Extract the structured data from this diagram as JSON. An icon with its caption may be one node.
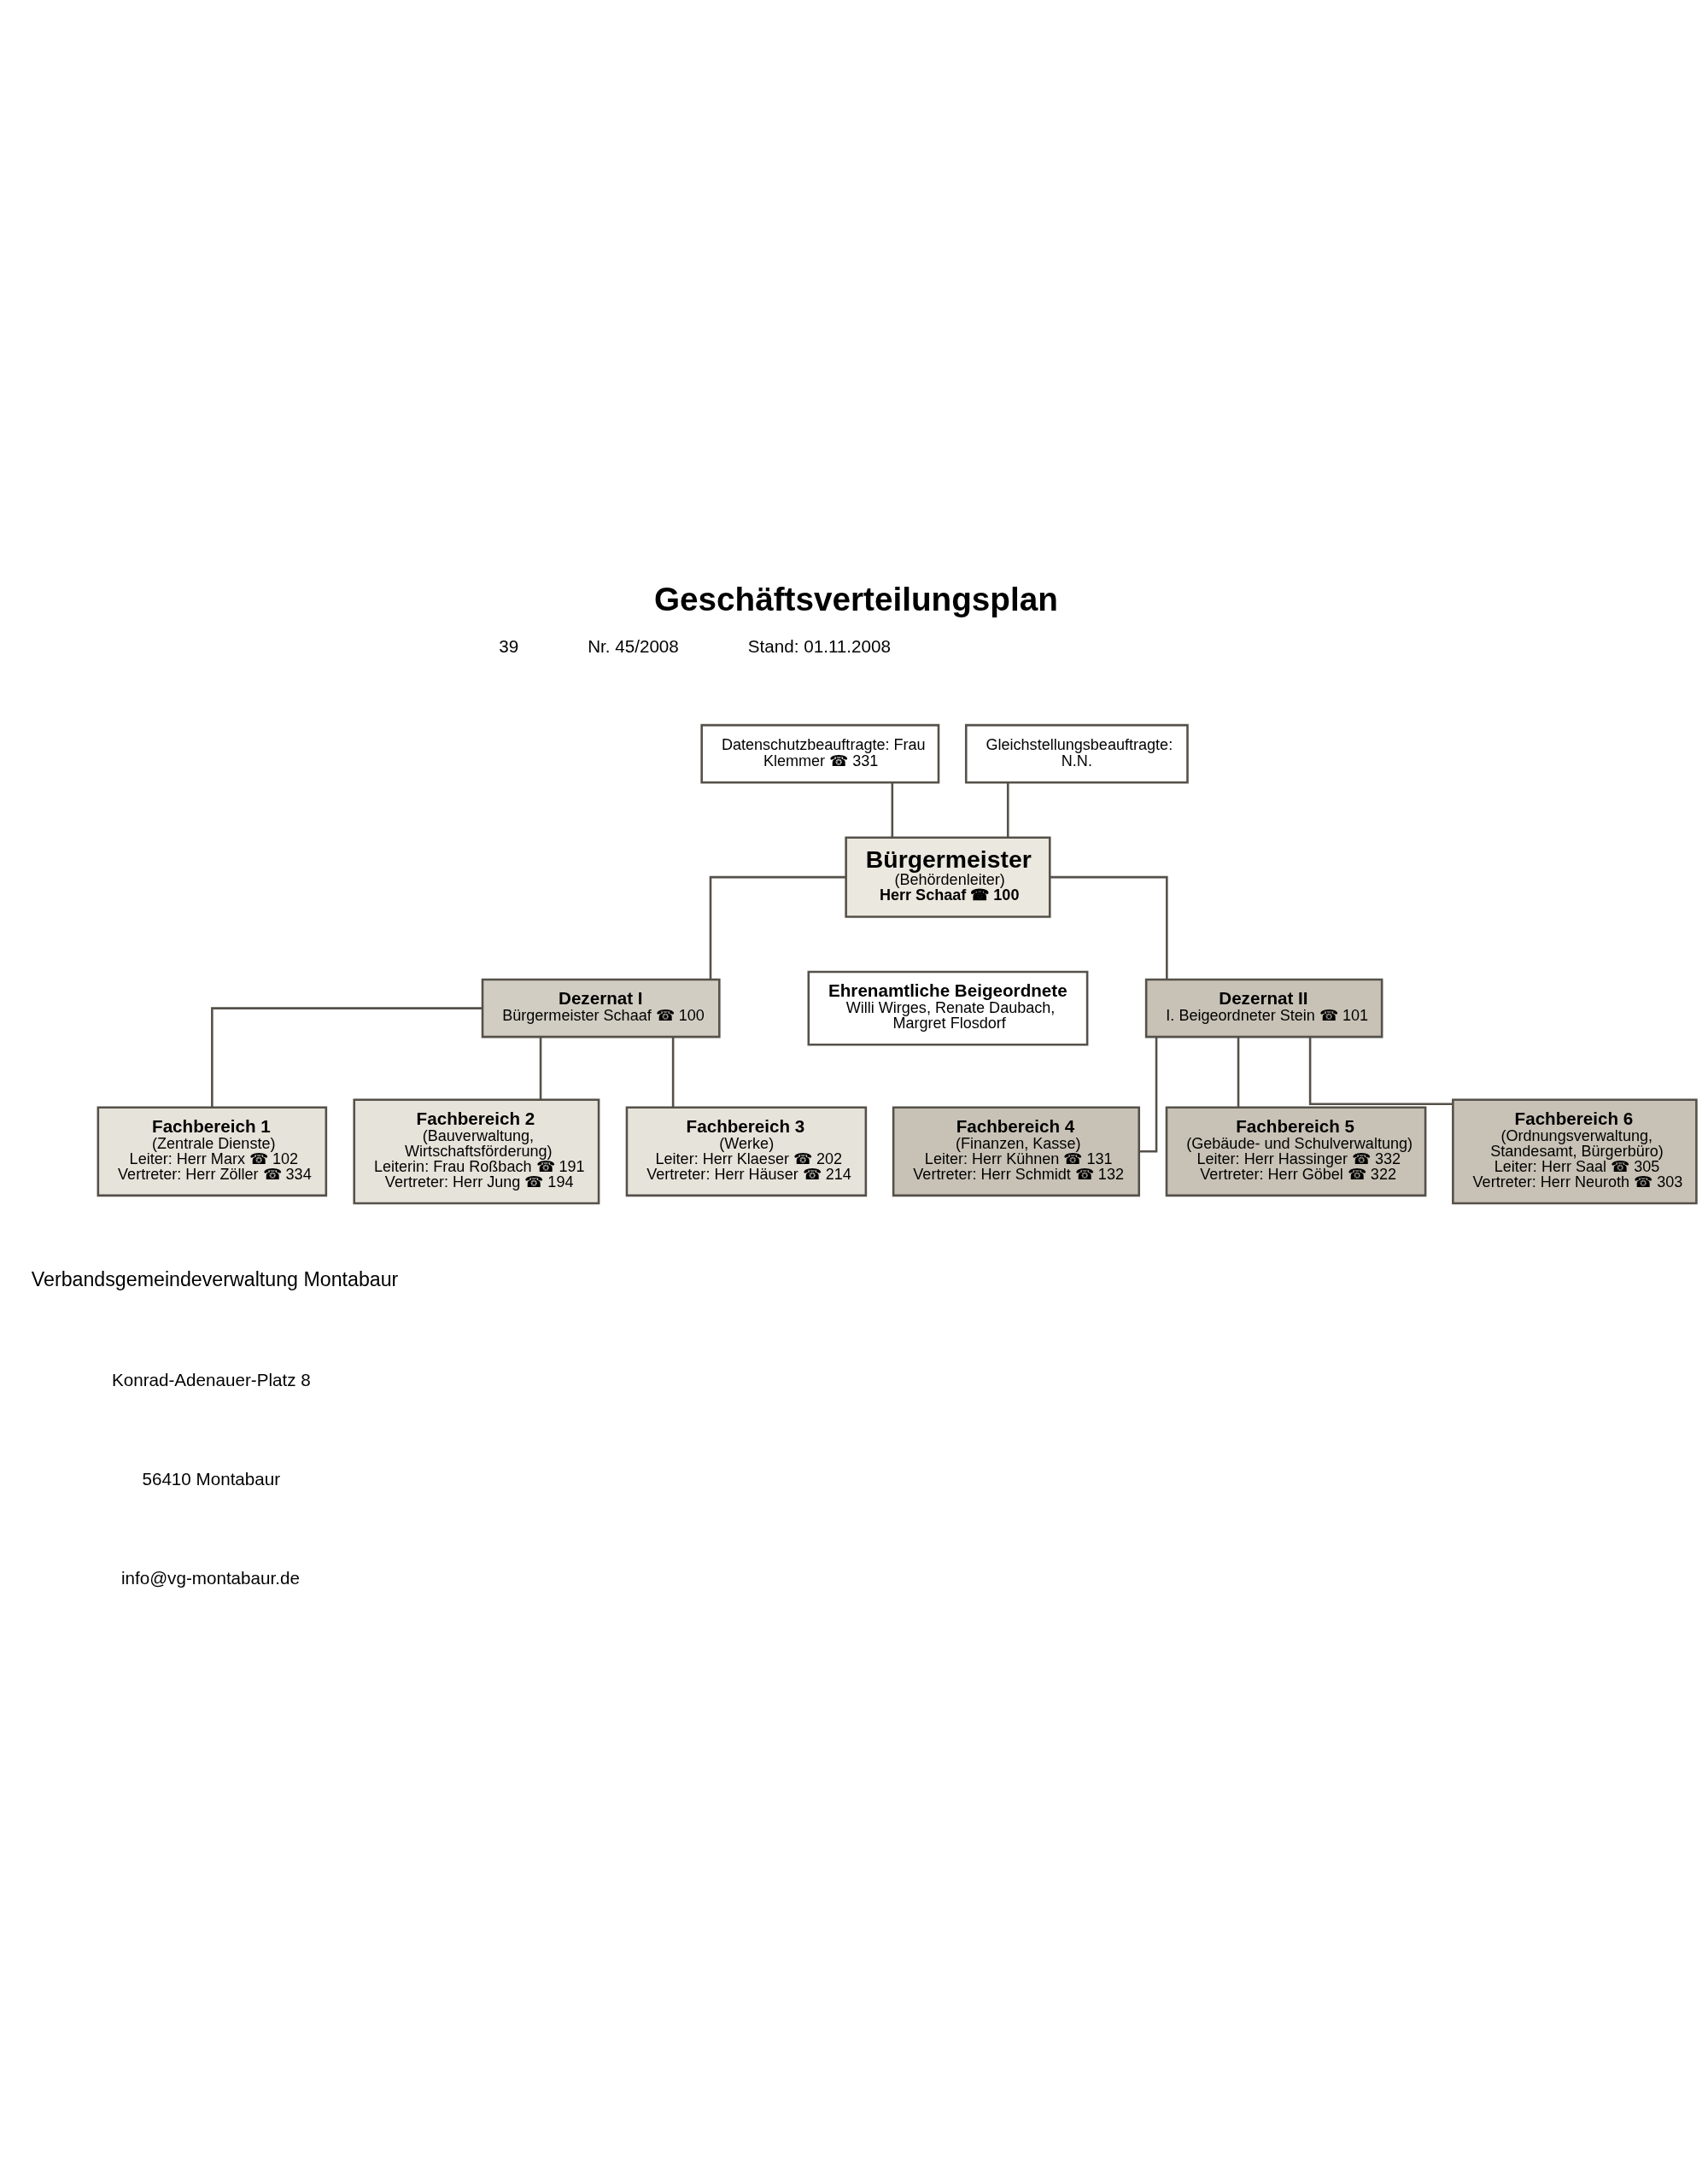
{
  "diagram": {
    "title": "Geschäftsverteilungsplan",
    "nodes": [
      {
        "text": [
          "Bürgermeister",
          "(Behördenleiter)",
          "Herr Schaaf ☎ 100"
        ]
      },
      {
        "text": [
          "Datenschutzbeauftragte: Frau Klemmer ☎ 331"
        ]
      },
      {
        "text": [
          "Gleichstellungsbeauftragte: N.N."
        ]
      },
      {
        "text": [
          "Dezernat I",
          "Bürgermeister Schaaf ☎ 100"
        ]
      },
      {
        "text": [
          "Ehrenamtliche Beigeordnete",
          "Willi Wirges, Renate Daubach, Margret Flosdorf"
        ]
      },
      {
        "text": [
          "Dezernat II",
          "I. Beigeordneter Stein ☎ 101"
        ]
      },
      {
        "text": [
          "Fachbereich 1",
          "(Zentrale Dienste)",
          "Leiter: Herr Marx ☎ 102",
          "Vertreter: Herr Zöller ☎ 334"
        ]
      },
      {
        "text": [
          "Fachbereich 2",
          "(Bauverwaltung, Wirtschaftsförderung)",
          "Leiterin: Frau Roßbach ☎ 191",
          "Vertreter: Herr Jung ☎ 194"
        ]
      },
      {
        "text": [
          "Fachbereich 3",
          "(Werke)",
          "Leiter: Herr Klaeser ☎ 202",
          "Vertreter: Herr Häuser ☎ 214"
        ]
      },
      {
        "text": [
          "Fachbereich 4",
          "(Finanzen, Kasse)",
          "Leiter: Herr Kühnen ☎ 131",
          "Vertreter: Herr Schmidt ☎ 132"
        ]
      },
      {
        "text": [
          "Fachbereich 5",
          "(Gebäude- und Schulverwaltung)",
          "Leiter: Herr Hassinger ☎ 332",
          "Vertreter: Herr Göbel ☎ 322"
        ]
      },
      {
        "text": [
          "Fachbereich 6",
          "(Ordnungsverwaltung, Standesamt, Bürgerbüro)",
          "Leiter: Herr Saal ☎ 305",
          "Vertreter: Herr Neuroth ☎ 303"
        ]
      }
    ],
    "edges": [
      {
        "from": 1,
        "to": 0,
        "arrow": "none"
      },
      {
        "from": 2,
        "to": 0,
        "arrow": "none"
      },
      {
        "from": 0,
        "to": 5,
        "arrow": "none"
      },
      {
        "from": 0,
        "to": 3,
        "arrow": "none"
      },
      {
        "from": 5,
        "to": 11,
        "arrow": "none"
      },
      {
        "from": 5,
        "to": 10,
        "arrow": "none"
      },
      {
        "from": 5,
        "to": 9,
        "arrow": "none"
      },
      {
        "from": 3,
        "to": 8,
        "arrow": "none"
      },
      {
        "from": 3,
        "to": 7,
        "arrow": "none"
      },
      {
        "from": 3,
        "to": 6,
        "arrow": "none"
      }
    ],
    "labels": [
      "39",
      "Nr. 45/2008",
      "Stand: 01.11.2008",
      "Verbandsgemeindeverwaltung Montabaur",
      "Konrad-Adenauer-Platz 8",
      "56410 Montabaur",
      "info@vg-montabaur.de"
    ]
  }
}
